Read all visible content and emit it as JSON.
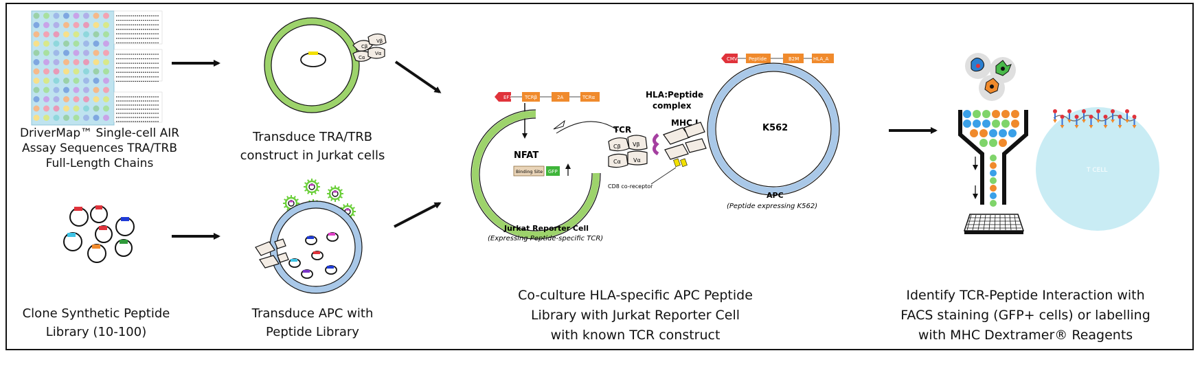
{
  "captions": {
    "drivermap": [
      "DriverMap™  Single-cell AIR",
      "Assay  Sequences TRA/TRB",
      "Full-Length Chains"
    ],
    "transduce_tra": [
      "Transduce TRA/TRB",
      "construct in Jurkat cells"
    ],
    "clone": [
      "Clone Synthetic Peptide",
      "Library (10-100)"
    ],
    "transduce_apc": [
      "Transduce APC with",
      "Peptide Library"
    ],
    "coculture": [
      "Co-culture HLA-specific APC Peptide",
      "Library with Jurkat Reporter Cell",
      "with known TCR construct"
    ],
    "identify": [
      "Identify TCR-Peptide Interaction with",
      "FACS staining (GFP+ cells) or labelling",
      "with  MHC Dextramer® Reagents"
    ]
  },
  "diagram": {
    "jurkat_construct": {
      "promoter": "EF1",
      "gene1": "TCRβ",
      "linker": "2A",
      "gene2": "TCRα"
    },
    "apc_construct": {
      "promoter": "CMV",
      "gene1": "Peptide",
      "linker": "B2M",
      "gene2": "HLA_A"
    },
    "nfat": "NFAT",
    "binding_site": "Binding Site",
    "gfp": "GFP",
    "tcr": "TCR",
    "mhc": "MHC I",
    "hla_peptide": [
      "HLA:Peptide",
      "complex"
    ],
    "cd8": "CD8 co-receptor",
    "k562": "K562",
    "apc_title": "APC",
    "apc_sub": "(Peptide expressing K562)",
    "jurkat_title": "Jurkat Reporter Cell",
    "jurkat_sub": "(Expressing Peptide-specific TCR)",
    "chain_cb": "Cβ",
    "chain_vb": "Vβ",
    "chain_ca": "Cα",
    "chain_va": "Vα",
    "tcell": "T CELL"
  },
  "colors": {
    "green_ring": "#9dd36b",
    "blue_ring": "#a9c8e8",
    "orange_box": "#f08a2c",
    "red_promoter": "#e0333b",
    "tcell_fill": "#c9ecf4",
    "plate_fill": "#bfe3ef"
  }
}
